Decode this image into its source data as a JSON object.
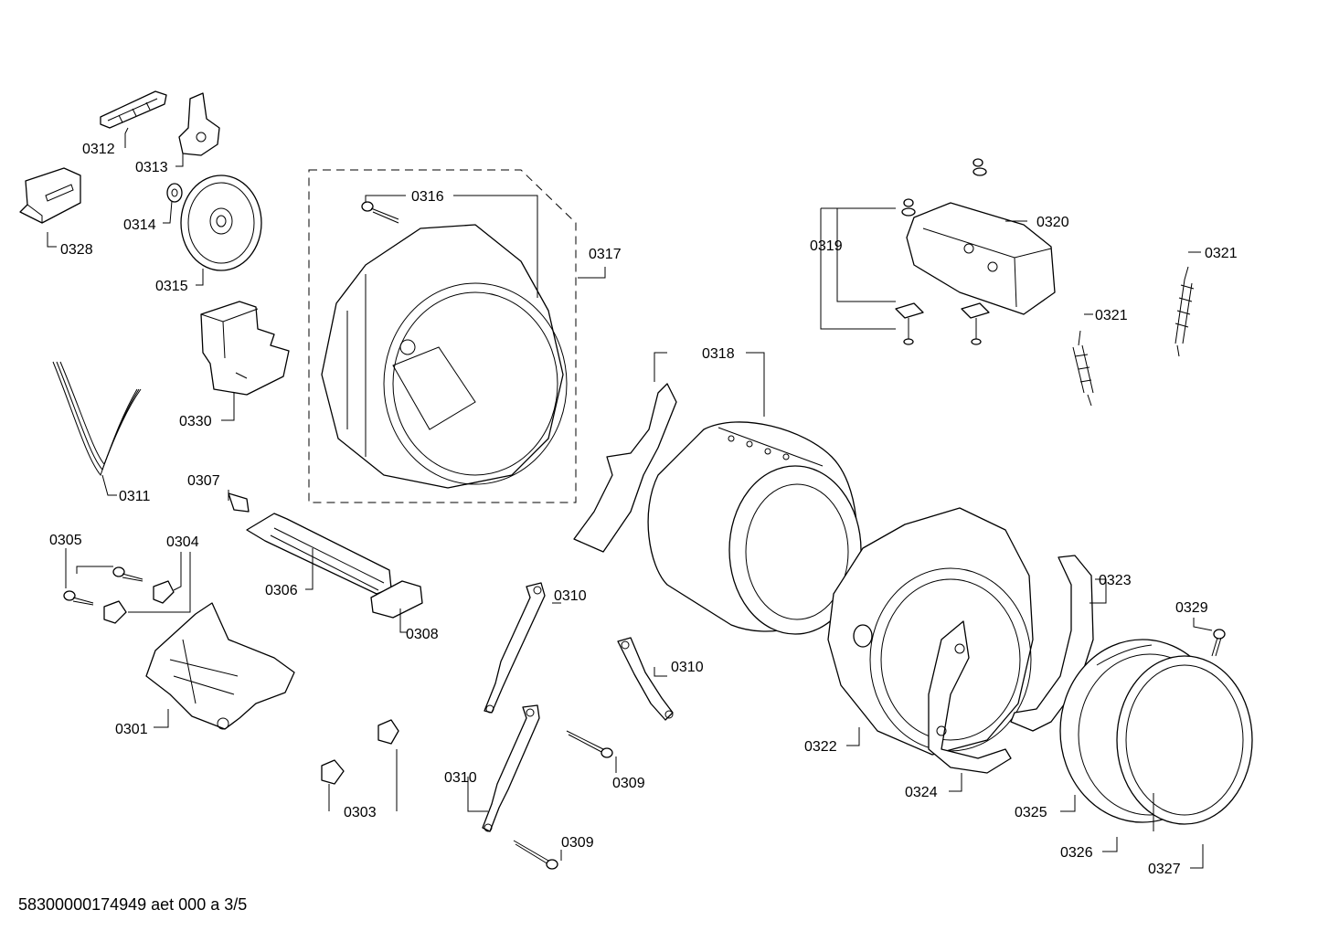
{
  "diagram": {
    "labels": [
      "0301",
      "0303",
      "0304",
      "0305",
      "0306",
      "0307",
      "0308",
      "0309",
      "0309",
      "0310",
      "0310",
      "0310",
      "0311",
      "0312",
      "0313",
      "0314",
      "0315",
      "0316",
      "0317",
      "0318",
      "0319",
      "0320",
      "0321",
      "0321",
      "0322",
      "0323",
      "0324",
      "0325",
      "0326",
      "0327",
      "0328",
      "0329",
      "0330"
    ]
  },
  "footer": {
    "code": "58300000174949 aet 000 a 3/5"
  }
}
